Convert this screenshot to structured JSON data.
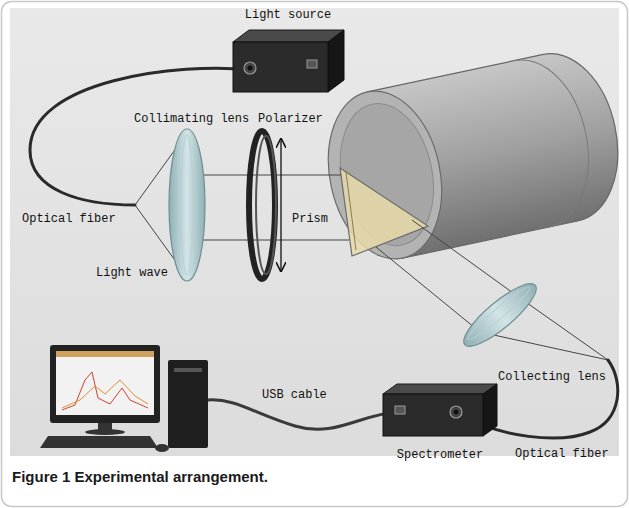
{
  "diagram": {
    "caption": "Figure 1 Experimental arrangement.",
    "nodes": [
      {
        "text": [
          "Light source"
        ]
      },
      {
        "text": [
          "Spectrometer"
        ]
      }
    ],
    "labels": [
      "Collimating lens",
      "Polarizer",
      "Optical fiber",
      "Prism",
      "Light wave",
      "Collecting lens",
      "USB cable",
      "Optical fiber"
    ]
  }
}
